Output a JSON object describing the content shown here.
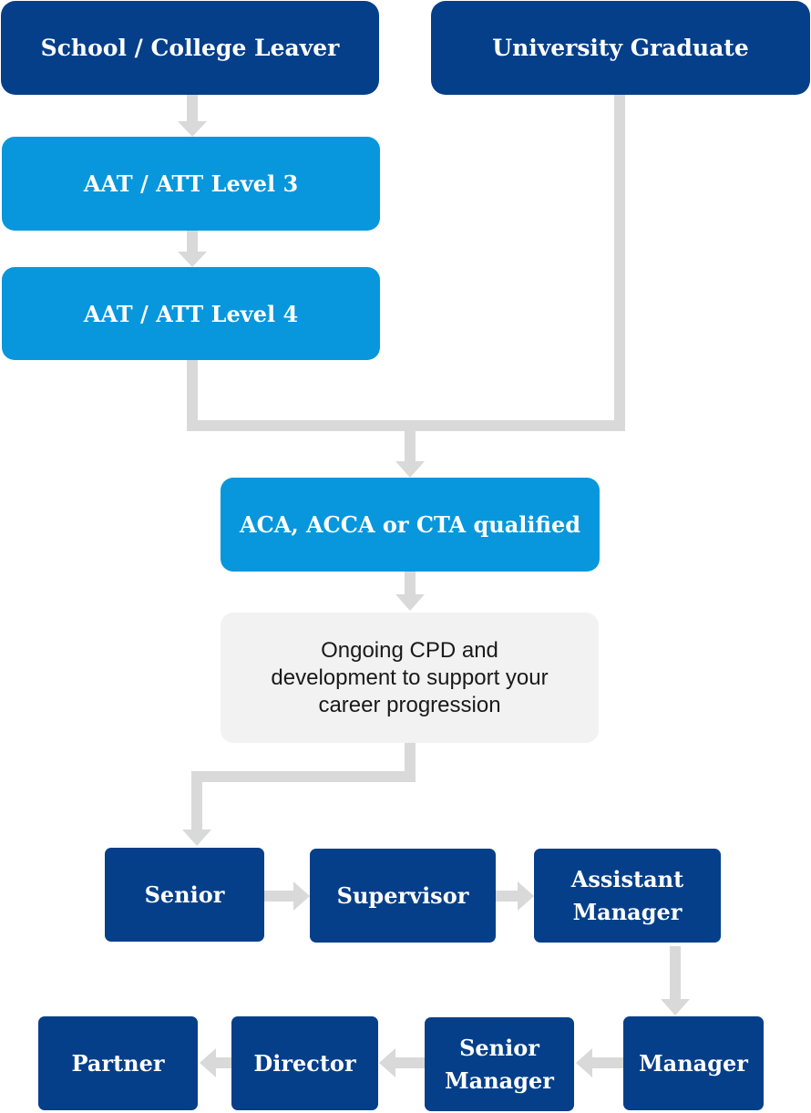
{
  "entry": {
    "school_leaver": "School / College Leaver",
    "university_graduate": "University Graduate"
  },
  "qualifications": {
    "level3": "AAT / ATT Level 3",
    "level4": "AAT / ATT Level 4",
    "qualified": "ACA, ACCA or CTA qualified"
  },
  "development": {
    "text": "Ongoing CPD and\ndevelopment to support your\ncareer progression"
  },
  "career": {
    "senior": "Senior",
    "supervisor": "Supervisor",
    "assistant_manager": "Assistant\nManager",
    "manager": "Manager",
    "senior_manager": "Senior\nManager",
    "director": "Director",
    "partner": "Partner"
  },
  "colors": {
    "dark_blue": "#053f8a",
    "light_blue": "#0897dc",
    "grey_box": "#f2f2f2",
    "connector": "#d9d9d9"
  }
}
